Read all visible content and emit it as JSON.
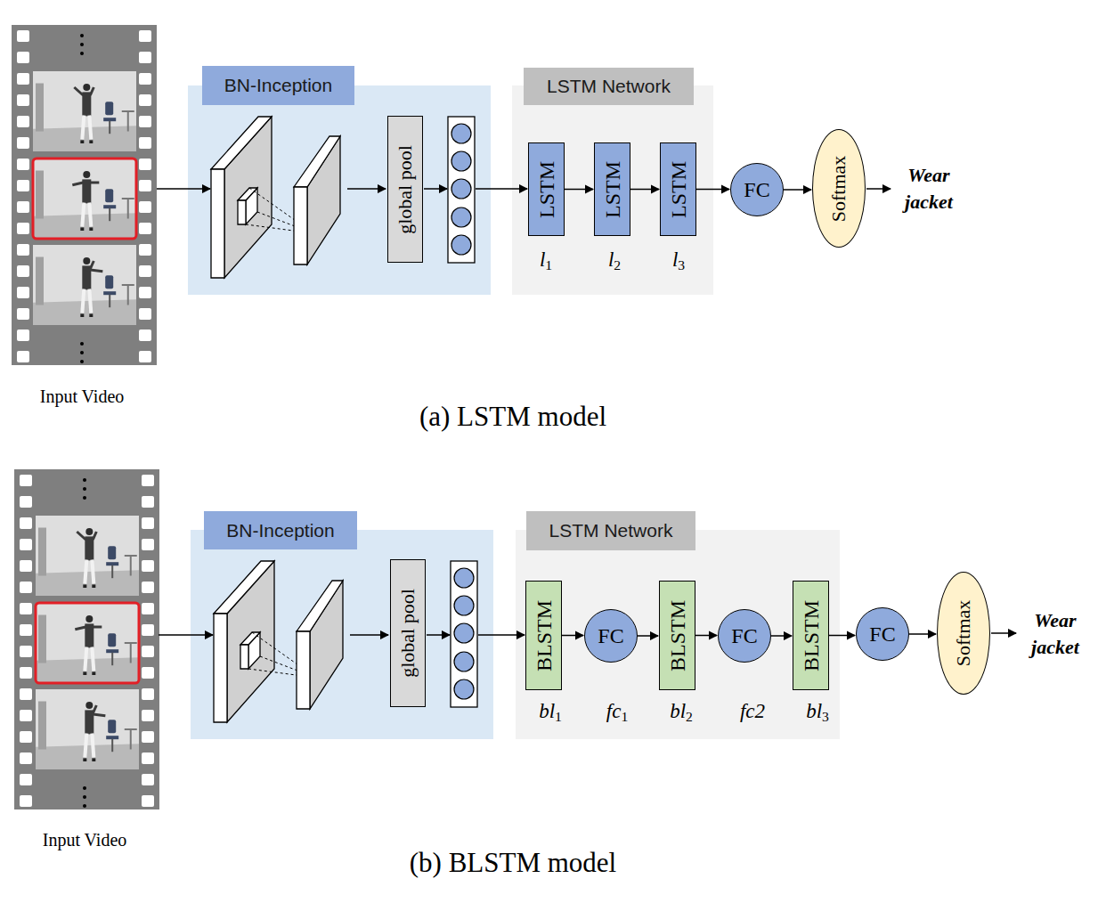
{
  "diagram": {
    "nodes": [
      {
        "text": [
          "BN-Inception"
        ]
      },
      {
        "text": [
          "global pool"
        ],
        "in": 0
      },
      {
        "text": [
          "LSTM Network"
        ]
      },
      {
        "text": [
          "LSTM"
        ],
        "in": 2
      },
      {
        "text": [
          "LSTM"
        ],
        "in": 2
      },
      {
        "text": [
          "LSTM"
        ],
        "in": 2
      },
      {
        "text": [
          "FC"
        ]
      },
      {
        "text": [
          "Softmax"
        ]
      },
      {
        "text": [
          "BN-Inception"
        ]
      },
      {
        "text": [
          "global pool"
        ],
        "in": 8
      },
      {
        "text": [
          "LSTM Network"
        ]
      },
      {
        "text": [
          "BLSTM"
        ],
        "in": 10
      },
      {
        "text": [
          "FC"
        ],
        "in": 10
      },
      {
        "text": [
          "BLSTM"
        ],
        "in": 10
      },
      {
        "text": [
          "FC"
        ],
        "in": 10
      },
      {
        "text": [
          "BLSTM"
        ],
        "in": 10
      },
      {
        "text": [
          "FC"
        ]
      },
      {
        "text": [
          "Softmax"
        ]
      }
    ],
    "edges": [
      {
        "from": 3,
        "to": 4,
        "arrow": "to"
      },
      {
        "from": 4,
        "to": 5,
        "arrow": "to"
      },
      {
        "from": 5,
        "to": 6,
        "arrow": "to"
      },
      {
        "from": 6,
        "to": 7,
        "arrow": "to"
      },
      {
        "from": 11,
        "to": 12,
        "arrow": "to"
      },
      {
        "from": 12,
        "to": 13,
        "arrow": "to"
      },
      {
        "from": 13,
        "to": 14,
        "arrow": "to"
      },
      {
        "from": 14,
        "to": 15,
        "arrow": "to"
      },
      {
        "from": 15,
        "to": 16,
        "arrow": "to"
      },
      {
        "from": 16,
        "to": 17,
        "arrow": "to"
      }
    ],
    "labels": [
      "Input Video",
      "(a) LSTM model",
      "l1",
      "l2",
      "l3",
      "Wear jacket",
      "Input Video",
      "(b) BLSTM model",
      "bl1",
      "fc1",
      "bl2",
      "fc2",
      "bl3",
      "Wear jacket"
    ]
  }
}
